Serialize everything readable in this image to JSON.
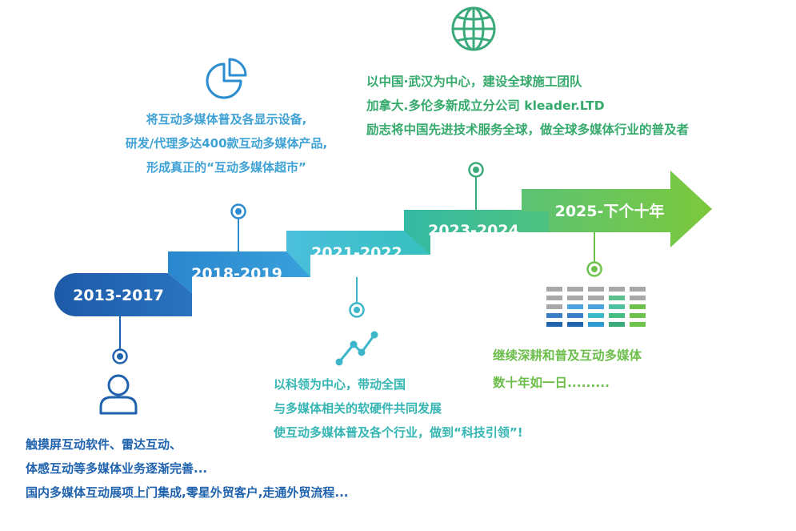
{
  "timeline": {
    "steps": [
      {
        "period": "2013-2017",
        "color": "#1f62ad"
      },
      {
        "period": "2018-2019",
        "color": "#2c8cd0"
      },
      {
        "period": "2021-2022",
        "color": "#4fc1d9"
      },
      {
        "period": "2023-2024",
        "color": "#44c08d"
      },
      {
        "period": "2025-下个十年",
        "color": "#6cc24a"
      }
    ]
  },
  "icons": {
    "step1": "user-icon",
    "step2": "pie-chart-icon",
    "step3": "line-chart-icon",
    "step4": "globe-icon",
    "step5": "equalizer-bars-icon"
  },
  "text_2013_2017": [
    "触摸屏互动软件、雷达互动、",
    "体感互动等多媒体业务逐渐完善...",
    "国内多媒体互动展项上门集成,零星外贸客户,走通外贸流程..."
  ],
  "text_2018_2019": [
    "将互动多媒体普及各显示设备,",
    "研发/代理多达400款互动多媒体产品,",
    "形成真正的“互动多媒体超市”"
  ],
  "text_2021_2022": [
    "以科领为中心，带动全国",
    "与多媒体相关的软硬件共同发展",
    "使互动多媒体普及各个行业，做到“科技引领”!"
  ],
  "text_2023_2024": [
    "以中国·武汉为中心，建设全球施工团队",
    "加拿大.多伦多新成立分公司 kleader.LTD",
    "励志将中国先进技术服务全球，做全球多媒体行业的普及者"
  ],
  "text_2025": [
    "继续深耕和普及互动多媒体",
    "数十年如一日........."
  ]
}
